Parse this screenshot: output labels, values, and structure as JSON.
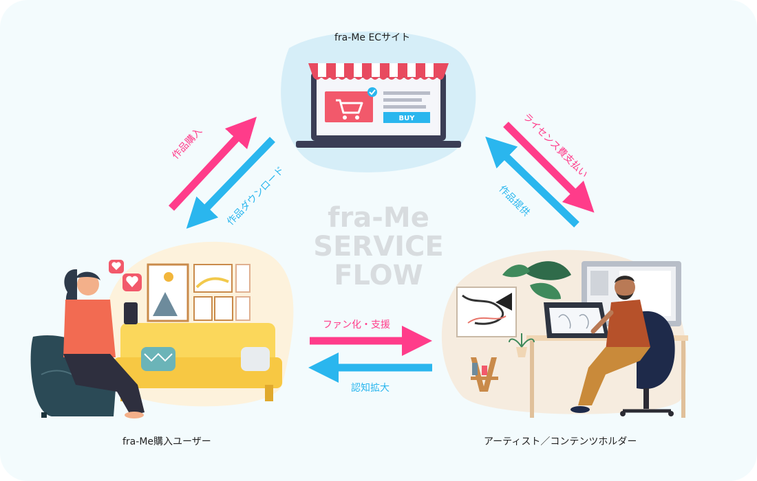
{
  "nodes": {
    "ec_site": "fra-Me ECサイト",
    "buyer": "fra-Me購入ユーザー",
    "artist": "アーティスト／コンテンツホルダー"
  },
  "center_title": [
    "fra-Me",
    "SERVICE",
    "FLOW"
  ],
  "laptop": {
    "buy_label": "BUY"
  },
  "arrows": {
    "purchase": "作品購入",
    "download": "作品ダウンロード",
    "license_fee": "ライセンス費支払い",
    "provide_work": "作品提供",
    "fan_support": "ファン化・支援",
    "awareness": "認知拡大"
  },
  "colors": {
    "pink": "#ff3c8a",
    "blue": "#2ab6ee",
    "background": "#f3fbfd"
  }
}
